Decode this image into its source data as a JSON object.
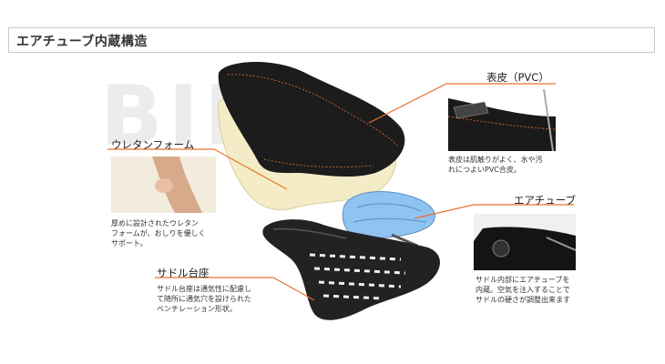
{
  "header": {
    "title": "エアチューブ内蔵構造"
  },
  "watermark": {
    "text": "BIKE"
  },
  "callouts": {
    "cover": {
      "label": "表皮（PVC）",
      "desc": "表皮は肌触りがよく、水や汚\nれにつよいPVC合皮。"
    },
    "urethane": {
      "label": "ウレタンフォーム",
      "desc": "厚めに設計されたウレタン\nフォームが、おしりを優しく\nサポート。"
    },
    "airtube": {
      "label": "エアチューブ",
      "desc": "サドル内部にエアチューブを\n内蔵。空気を注入することで\nサドルの硬さが調整出来ます"
    },
    "base": {
      "label": "サドル台座",
      "desc": "サドル台座は通気性に配慮し\nて随所に通気穴を設けられた\nベンチレーション形状。"
    }
  },
  "colors": {
    "accent": "#e8722e",
    "saddle": "#1c1c1c",
    "foam": "#f3ecc6",
    "tube": "#8fc3f0"
  }
}
